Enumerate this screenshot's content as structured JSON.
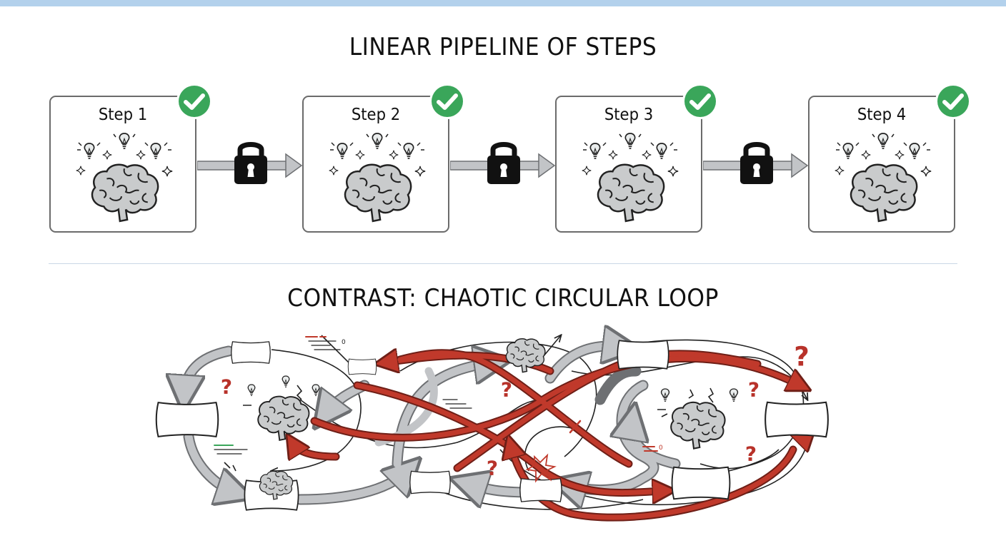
{
  "titles": {
    "pipeline": "LINEAR PIPELINE OF STEPS",
    "contrast": "CONTRAST: CHAOTIC CIRCULAR LOOP"
  },
  "steps": [
    {
      "label": "Step 1",
      "status": "complete"
    },
    {
      "label": "Step 2",
      "status": "complete"
    },
    {
      "label": "Step 3",
      "status": "complete"
    },
    {
      "label": "Step 4",
      "status": "complete"
    }
  ],
  "connectors": [
    {
      "icon": "lock-icon"
    },
    {
      "icon": "lock-icon"
    },
    {
      "icon": "lock-icon"
    }
  ],
  "colors": {
    "band": "#b3d1ec",
    "check_green": "#3aa65a",
    "gray_arrow": "#c2c4c7",
    "red_arrow": "#c0392b",
    "question_red": "#b8322a"
  },
  "icons": {
    "step_art": "brain-with-lightbulbs-icon",
    "status": "check-circle-icon",
    "connector": "lock-icon",
    "loop_nodes": [
      "brain-icon",
      "blank-card-icon",
      "question-mark-icon",
      "cross-icon"
    ]
  }
}
